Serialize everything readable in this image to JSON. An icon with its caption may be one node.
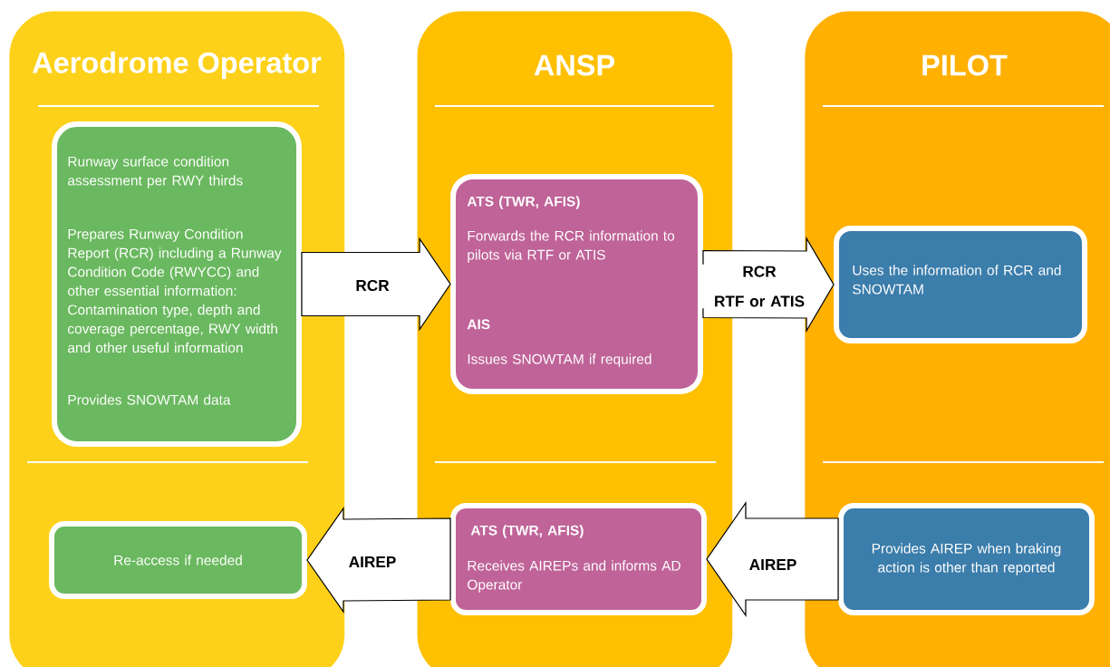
{
  "diagram": {
    "nodes": [
      {
        "text": [
          "Aerodrome Operator"
        ]
      },
      {
        "text": [
          "Runway surface condition assessment per RWY thirds",
          "Prepares Runway Condition Report (RCR) including a Runway Condition Code (RWYCC) and other essential information: Contamination type, depth and coverage percentage, RWY width and other useful information",
          "Provides SNOWTAM data"
        ],
        "in": 0
      },
      {
        "text": [
          "Re-access if needed"
        ],
        "in": 0
      },
      {
        "text": [
          "ANSP"
        ]
      },
      {
        "text": [
          "ATS (TWR, AFIS)",
          "Forwards the RCR information to pilots via RTF or ATIS",
          "AIS",
          "Issues SNOWTAM if required"
        ],
        "in": 3
      },
      {
        "text": [
          "ATS (TWR, AFIS)",
          "Receives AIREPs and informs AD Operator"
        ],
        "in": 3
      },
      {
        "text": [
          "PILOT"
        ]
      },
      {
        "text": [
          "Uses the information of RCR and SNOWTAM"
        ],
        "in": 6
      },
      {
        "text": [
          "Provides AIREP when braking action is other than reported"
        ],
        "in": 6
      }
    ],
    "edges": [
      {
        "from": 1,
        "to": 4,
        "arrow": "to",
        "label": "RCR"
      },
      {
        "from": 4,
        "to": 7,
        "arrow": "to",
        "label": "RCR RTF or ATIS"
      },
      {
        "from": 8,
        "to": 5,
        "arrow": "to",
        "label": "AIREP"
      },
      {
        "from": 5,
        "to": 2,
        "arrow": "to",
        "label": "AIREP"
      }
    ]
  }
}
